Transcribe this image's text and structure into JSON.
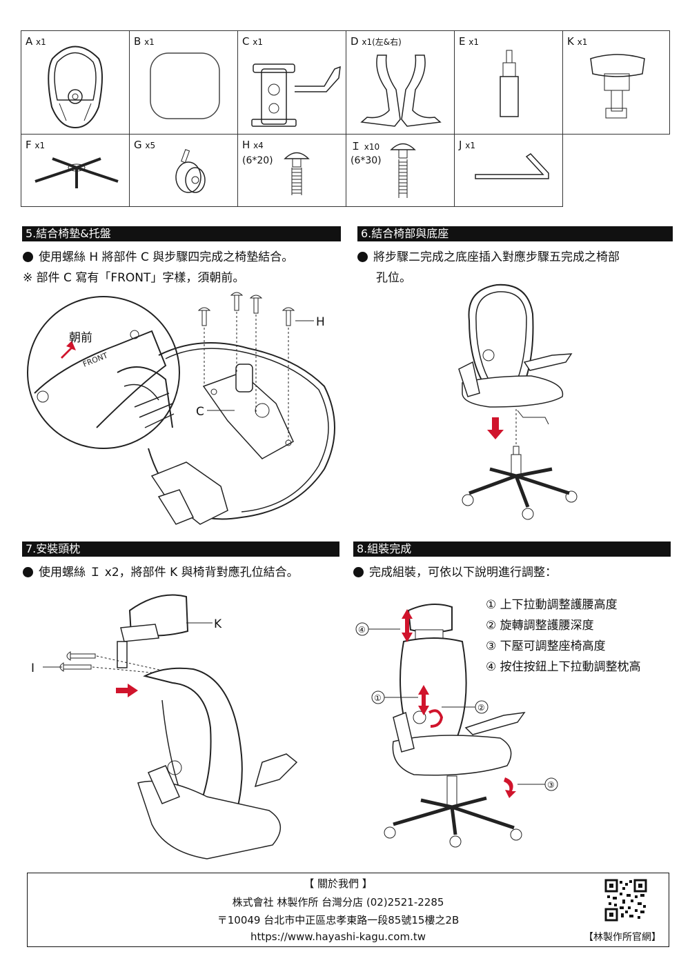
{
  "parts": [
    {
      "code": "A",
      "qty": "x1"
    },
    {
      "code": "B",
      "qty": "x1"
    },
    {
      "code": "C",
      "qty": "x1"
    },
    {
      "code": "D",
      "qty": "x1(左&右)"
    },
    {
      "code": "E",
      "qty": "x1"
    },
    {
      "code": "K",
      "qty": "x1"
    },
    {
      "code": "F",
      "qty": "x1"
    },
    {
      "code": "G",
      "qty": "x5"
    },
    {
      "code": "H",
      "qty": "x4",
      "spec": "(6*20)"
    },
    {
      "code": "Ｉ",
      "qty": "x10",
      "spec": "(6*30)"
    },
    {
      "code": "J",
      "qty": "x1"
    }
  ],
  "step5": {
    "title": "5.結合椅墊&托盤",
    "line1": "使用螺絲 H 將部件 C 與步驟四完成之椅墊結合。",
    "line2": "※ 部件 C 寫有「FRONT」字樣，須朝前。",
    "front_label": "朝前",
    "front_text": "FRONT",
    "label_h": "H",
    "label_c": "C"
  },
  "step6": {
    "title": "6.結合椅部與底座",
    "line1": "將步驟二完成之底座插入對應步驟五完成之椅部",
    "line2": "孔位。"
  },
  "step7": {
    "title": "7.安裝頭枕",
    "line1": "使用螺絲 Ｉ x2，將部件 K 與椅背對應孔位結合。",
    "label_k": "K",
    "label_i": "I"
  },
  "step8": {
    "title": "8.組裝完成",
    "line1": "完成組裝，可依以下說明進行調整：",
    "adjustments": [
      "① 上下拉動調整護腰高度",
      "② 旋轉調整護腰深度",
      "③ 下壓可調整座椅高度",
      "④ 按住按鈕上下拉動調整枕高"
    ],
    "callouts": [
      "①",
      "②",
      "③",
      "④"
    ]
  },
  "footer": {
    "heading": "【 關於我們 】",
    "company": "株式會社 林製作所 台灣分店 (02)2521-2285",
    "address": "〒10049 台北市中正區忠孝東路一段85號15樓之2B",
    "url": "https://www.hayashi-kagu.com.tw",
    "qr_caption": "【林製作所官網】"
  },
  "colors": {
    "arrow_red": "#d0142c",
    "ink": "#111111"
  }
}
